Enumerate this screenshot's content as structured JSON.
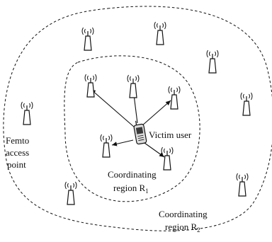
{
  "colors": {
    "line": "#111111",
    "tower_fill": "#ffffff",
    "phone_fill": "#dcdcdc",
    "screen_fill": "#3a3a3a"
  },
  "icons": {
    "access_point": "femto-access-point-icon",
    "device": "victim-user-phone-icon"
  },
  "labels": {
    "victim_user": "Victim user",
    "femto_line1": "Femto",
    "femto_line2": "access",
    "femto_line3": "point",
    "coord1_line1": "Coordinating",
    "coord1_region": "region R",
    "coord1_sub": "1",
    "coord2_line1": "Coordinating",
    "coord2_region": "region R",
    "coord2_sub": "2"
  }
}
